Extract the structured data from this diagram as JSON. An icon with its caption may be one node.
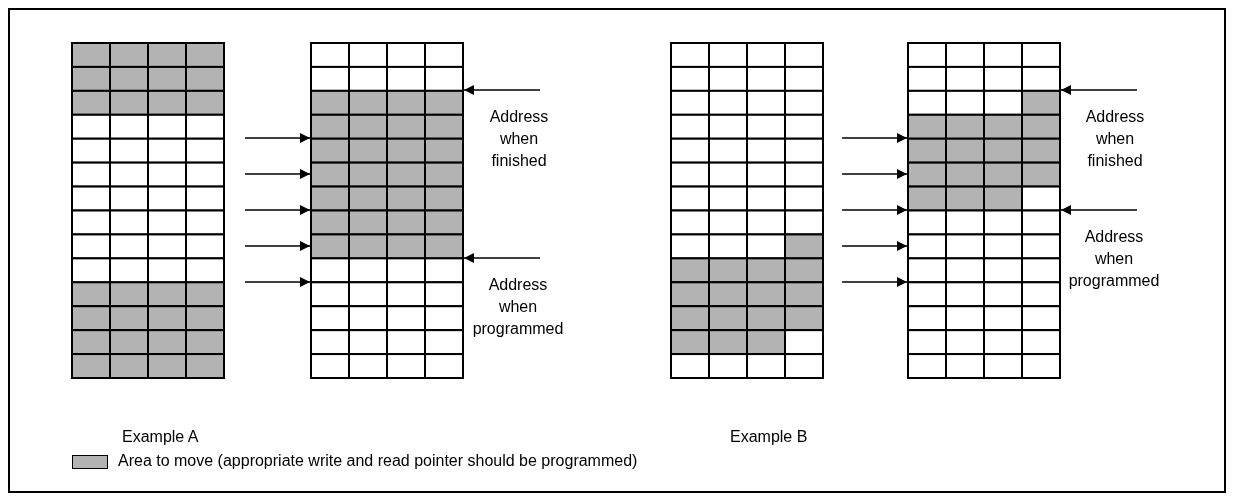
{
  "diagram": {
    "nodes": [
      {
        "text": [],
        "shape": "picture"
      },
      {
        "text": [],
        "shape": "picture"
      },
      {
        "text": [
          "Address when finished"
        ]
      },
      {
        "text": [
          "Address when programmed"
        ]
      },
      {
        "text": [],
        "shape": "picture"
      },
      {
        "text": [],
        "shape": "picture"
      },
      {
        "text": [
          "Address when finished"
        ]
      },
      {
        "text": [
          "Address when programmed"
        ]
      }
    ],
    "edges": [
      {
        "from": 0,
        "to": 1,
        "arrow": "to"
      },
      {
        "from": 0,
        "to": 1,
        "arrow": "to"
      },
      {
        "from": 0,
        "to": 1,
        "arrow": "to"
      },
      {
        "from": 0,
        "to": 1,
        "arrow": "to"
      },
      {
        "from": 0,
        "to": 1,
        "arrow": "to"
      },
      {
        "from": 2,
        "to": 1,
        "arrow": "to"
      },
      {
        "from": 3,
        "to": 1,
        "arrow": "to"
      },
      {
        "from": 4,
        "to": 5,
        "arrow": "to"
      },
      {
        "from": 4,
        "to": 5,
        "arrow": "to"
      },
      {
        "from": 4,
        "to": 5,
        "arrow": "to"
      },
      {
        "from": 4,
        "to": 5,
        "arrow": "to"
      },
      {
        "from": 4,
        "to": 5,
        "arrow": "to"
      },
      {
        "from": 6,
        "to": 5,
        "arrow": "to"
      },
      {
        "from": 7,
        "to": 5,
        "arrow": "to"
      }
    ],
    "labels": [
      "Example A",
      "Example B"
    ],
    "legend": [
      {
        "text": "Area to move (appropriate write and read pointer should be programmed)",
        "color": "#b3b3b3"
      }
    ]
  }
}
